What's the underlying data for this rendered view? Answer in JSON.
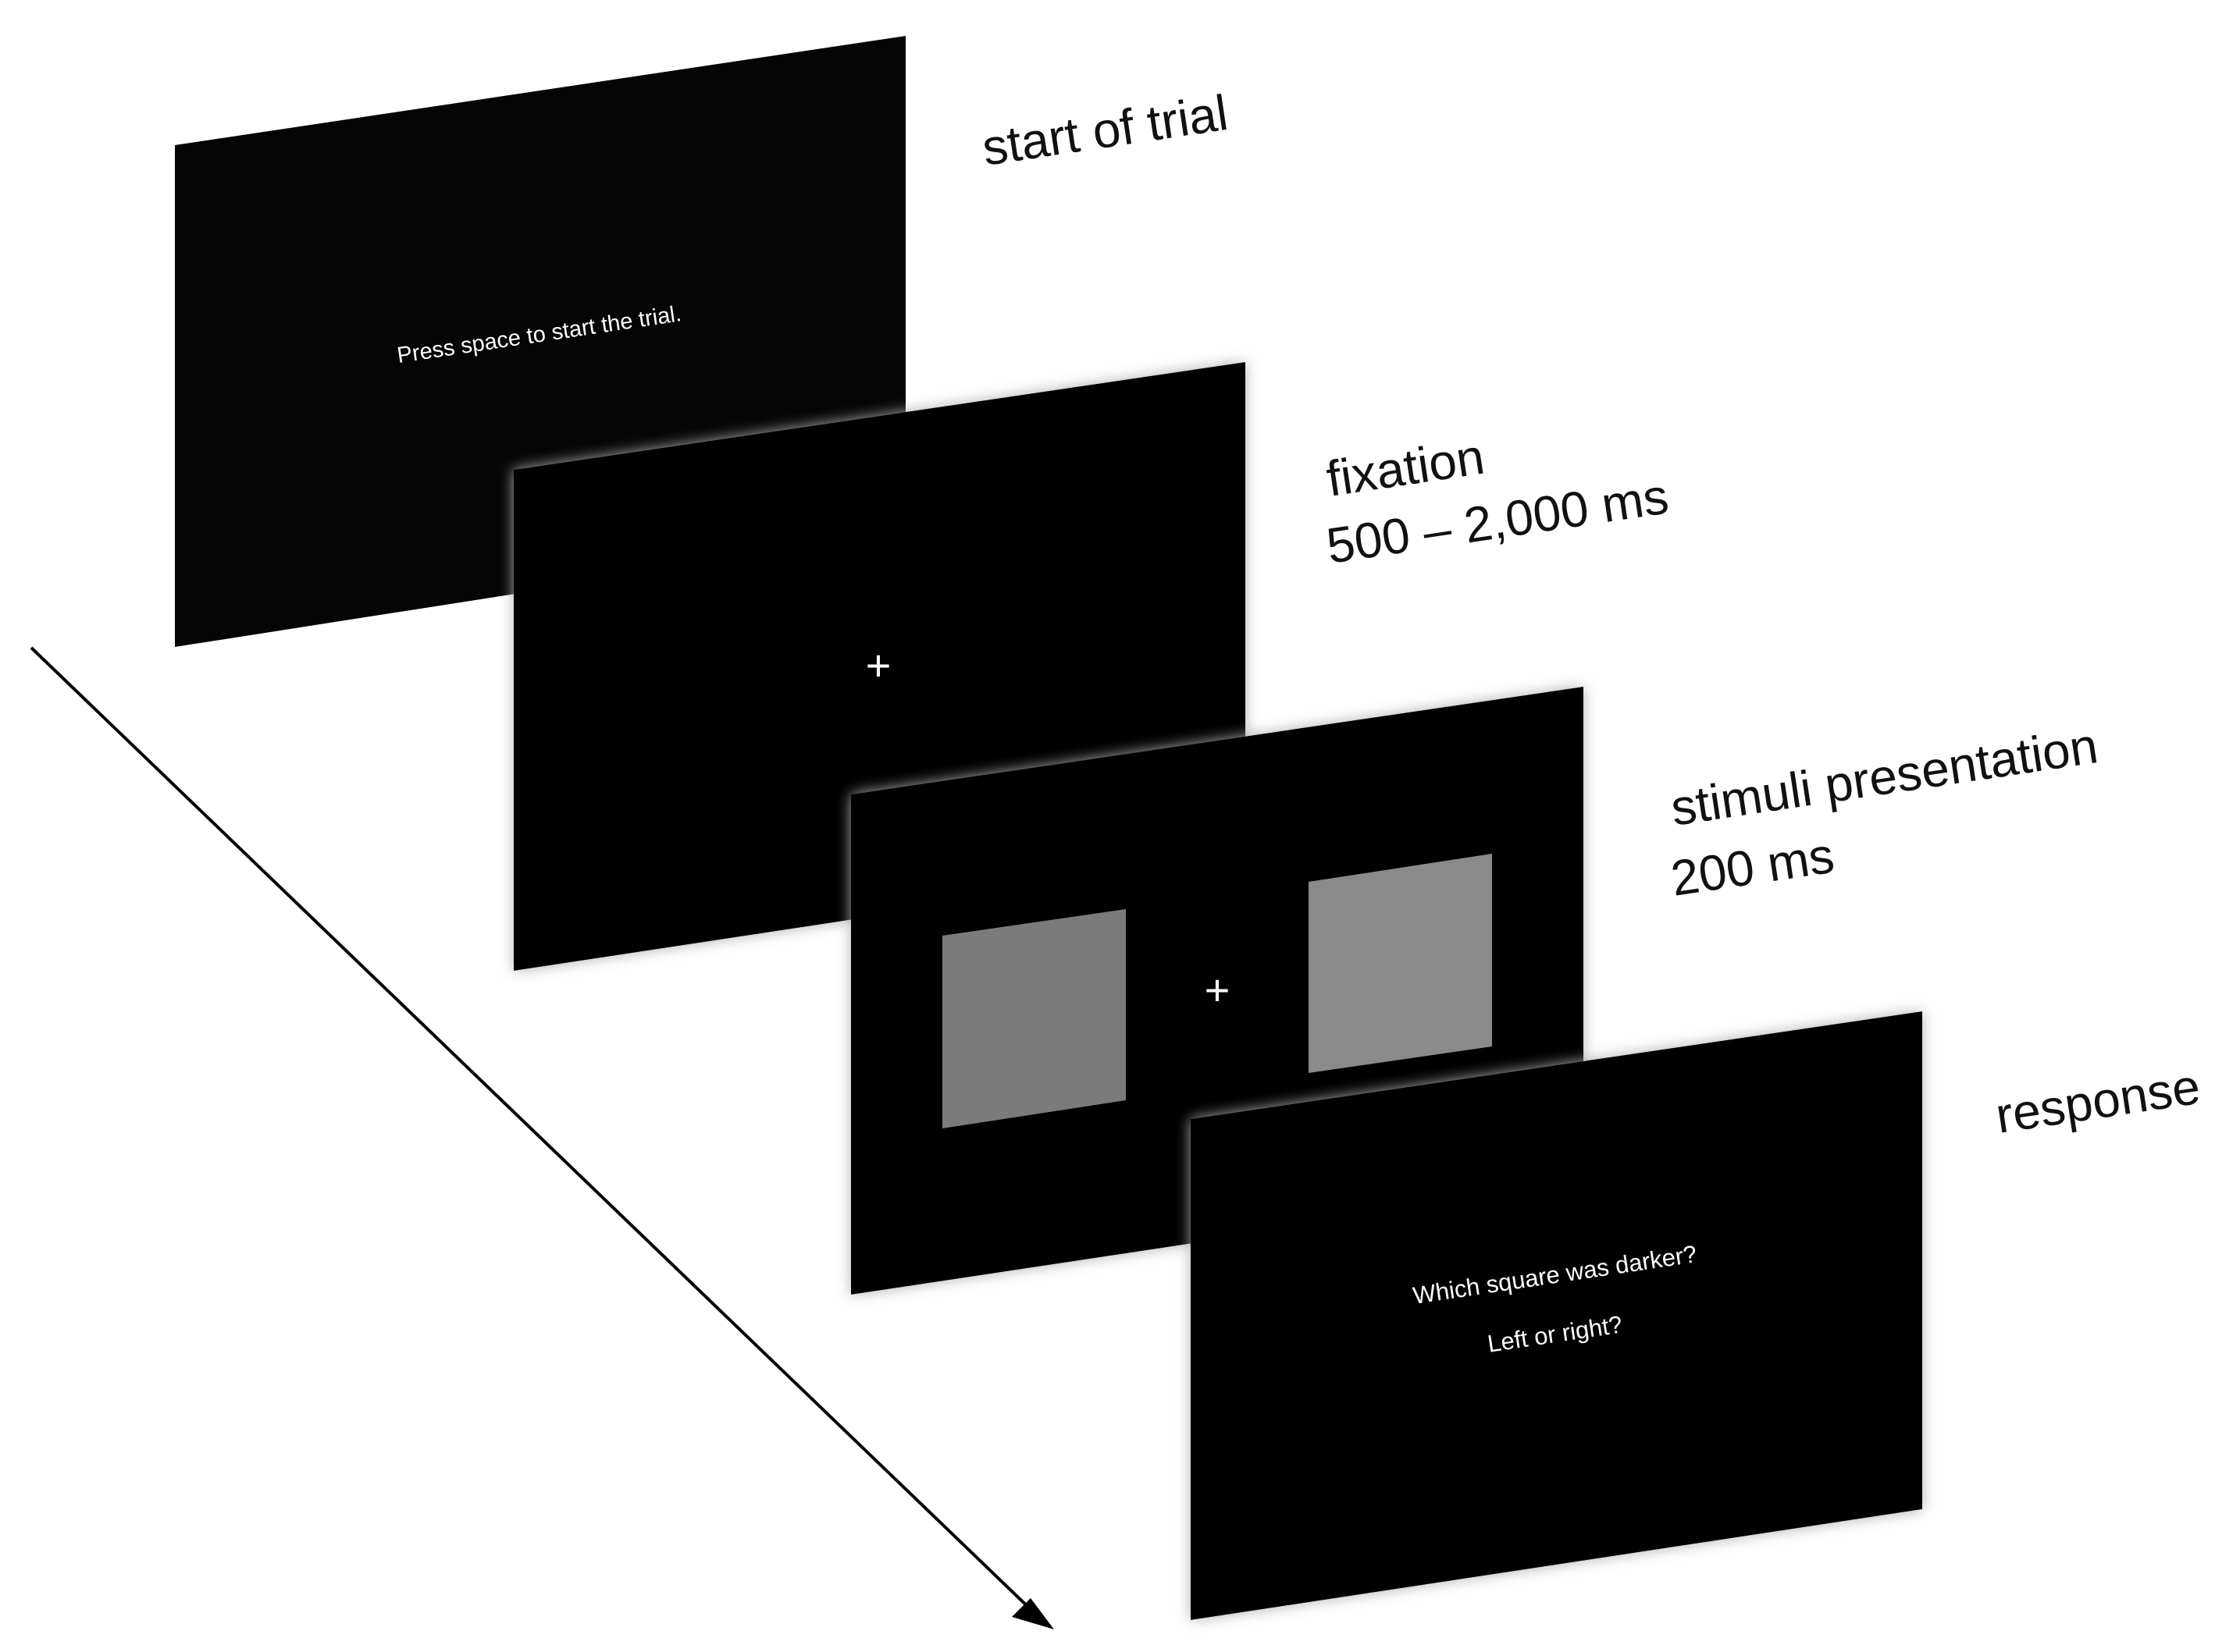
{
  "colors": {
    "background": "#ffffff",
    "screen": "#050505",
    "glow": "#bdbdbd",
    "text_on_screen": "#ffffff",
    "left_square": "#7b7b7b",
    "right_square": "#8a8a8a",
    "label_text": "#111111",
    "arrow": "#000000"
  },
  "screens": [
    {
      "id": "start",
      "content_lines": [
        "Press space to start the trial."
      ],
      "labels": [
        "start of trial"
      ]
    },
    {
      "id": "fixation",
      "fixation_cross": "+",
      "labels": [
        "fixation",
        "500 – 2,000 ms"
      ]
    },
    {
      "id": "stimuli",
      "fixation_cross": "+",
      "labels": [
        "stimuli presentation",
        "200 ms"
      ]
    },
    {
      "id": "response",
      "content_lines": [
        "Which square was darker?",
        "Left or right?"
      ],
      "labels": [
        "response"
      ]
    }
  ],
  "arrow": {
    "icon": "time-arrow-icon"
  }
}
